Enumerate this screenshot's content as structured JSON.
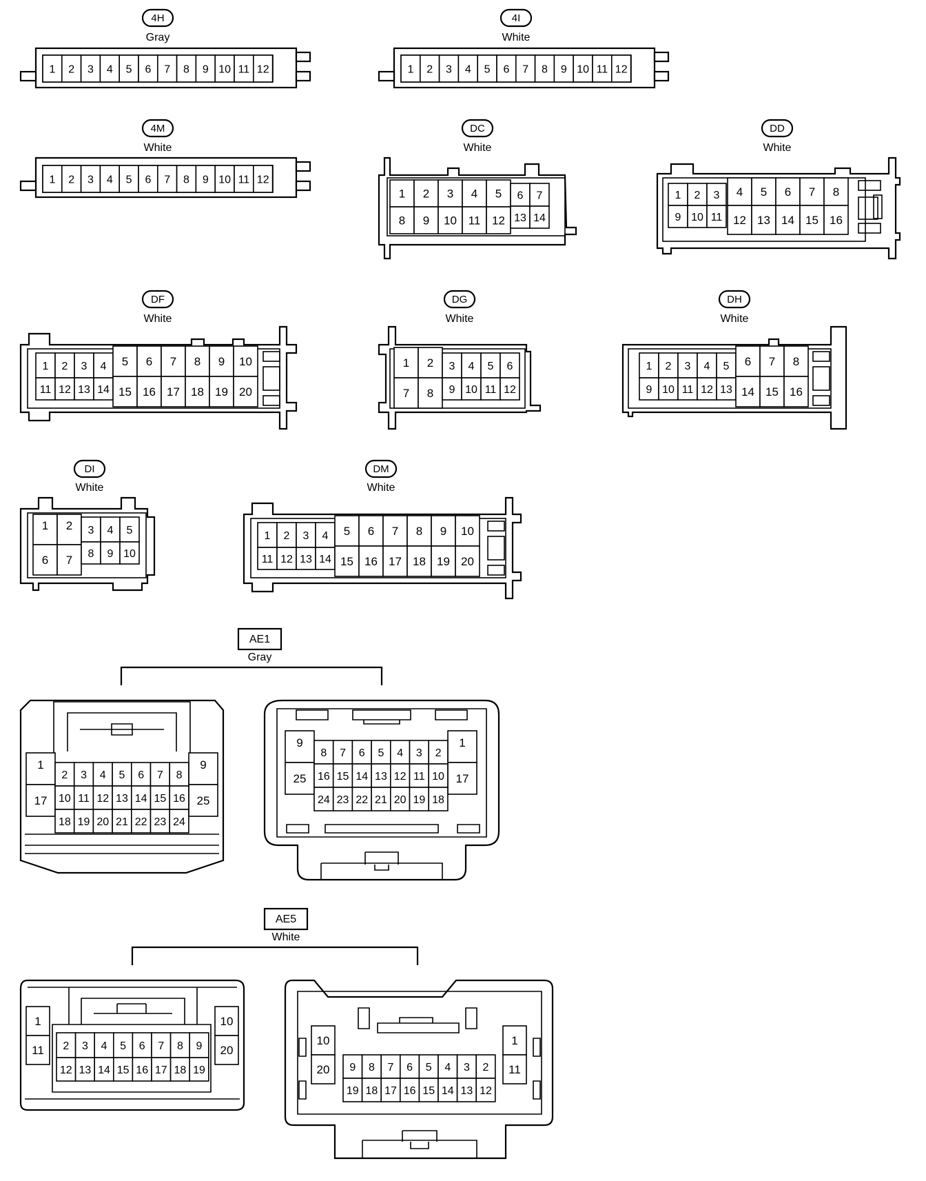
{
  "connectors": {
    "c4h": {
      "code": "4H",
      "color": "Gray",
      "pins": [
        "1",
        "2",
        "3",
        "4",
        "5",
        "6",
        "7",
        "8",
        "9",
        "10",
        "11",
        "12"
      ]
    },
    "c4i": {
      "code": "4I",
      "color": "White",
      "pins": [
        "1",
        "2",
        "3",
        "4",
        "5",
        "6",
        "7",
        "8",
        "9",
        "10",
        "11",
        "12"
      ]
    },
    "c4m": {
      "code": "4M",
      "color": "White",
      "pins": [
        "1",
        "2",
        "3",
        "4",
        "5",
        "6",
        "7",
        "8",
        "9",
        "10",
        "11",
        "12"
      ]
    },
    "dc": {
      "code": "DC",
      "color": "White",
      "pins": [
        "1",
        "2",
        "3",
        "4",
        "5",
        "6",
        "7",
        "8",
        "9",
        "10",
        "11",
        "12",
        "13",
        "14"
      ]
    },
    "dd": {
      "code": "DD",
      "color": "White",
      "pins": [
        "1",
        "2",
        "3",
        "4",
        "5",
        "6",
        "7",
        "8",
        "9",
        "10",
        "11",
        "12",
        "13",
        "14",
        "15",
        "16"
      ]
    },
    "df": {
      "code": "DF",
      "color": "White",
      "pins": [
        "1",
        "2",
        "3",
        "4",
        "5",
        "6",
        "7",
        "8",
        "9",
        "10",
        "11",
        "12",
        "13",
        "14",
        "15",
        "16",
        "17",
        "18",
        "19",
        "20"
      ]
    },
    "dg": {
      "code": "DG",
      "color": "White",
      "pins": [
        "1",
        "2",
        "3",
        "4",
        "5",
        "6",
        "7",
        "8",
        "9",
        "10",
        "11",
        "12"
      ]
    },
    "dh": {
      "code": "DH",
      "color": "White",
      "pins": [
        "1",
        "2",
        "3",
        "4",
        "5",
        "6",
        "7",
        "8",
        "9",
        "10",
        "11",
        "12",
        "13",
        "14",
        "15",
        "16"
      ]
    },
    "di": {
      "code": "DI",
      "color": "White",
      "pins": [
        "1",
        "2",
        "3",
        "4",
        "5",
        "6",
        "7",
        "8",
        "9",
        "10"
      ]
    },
    "dm": {
      "code": "DM",
      "color": "White",
      "pins": [
        "1",
        "2",
        "3",
        "4",
        "5",
        "6",
        "7",
        "8",
        "9",
        "10",
        "11",
        "12",
        "13",
        "14",
        "15",
        "16",
        "17",
        "18",
        "19",
        "20"
      ]
    },
    "ae1": {
      "code": "AE1",
      "color": "Gray",
      "pins": [
        "1",
        "2",
        "3",
        "4",
        "5",
        "6",
        "7",
        "8",
        "9",
        "10",
        "11",
        "12",
        "13",
        "14",
        "15",
        "16",
        "17",
        "18",
        "19",
        "20",
        "21",
        "22",
        "23",
        "24",
        "25"
      ]
    },
    "ae5": {
      "code": "AE5",
      "color": "White",
      "pins": [
        "1",
        "2",
        "3",
        "4",
        "5",
        "6",
        "7",
        "8",
        "9",
        "10",
        "11",
        "12",
        "13",
        "14",
        "15",
        "16",
        "17",
        "18",
        "19",
        "20"
      ]
    }
  }
}
